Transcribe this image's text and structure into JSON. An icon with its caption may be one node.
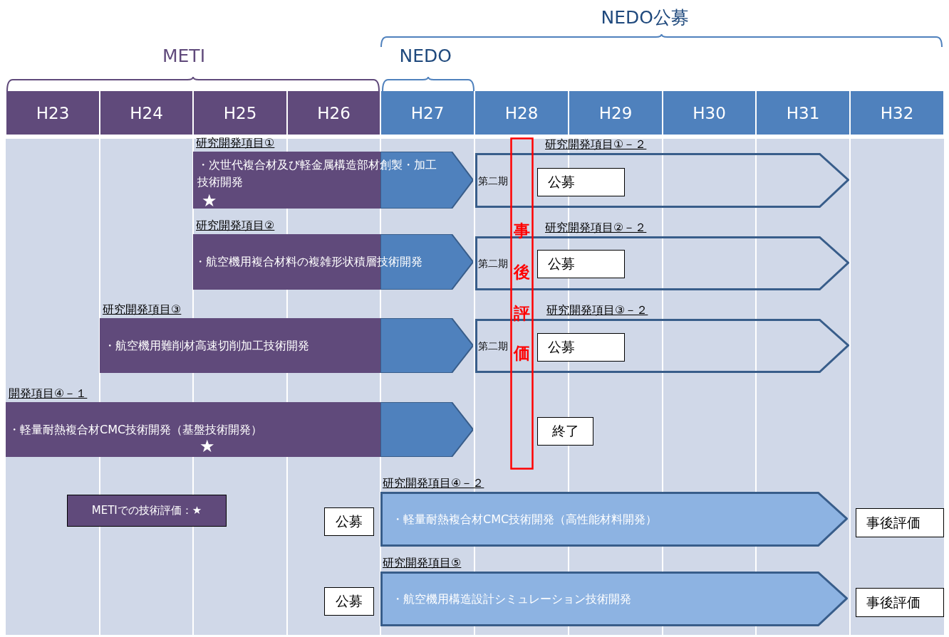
{
  "diagram": {
    "nodes": [
      {
        "text": [
          "研究開発項目①",
          "・次世代複合材及び軽金属構造部材創製・加工技術開発",
          "★"
        ]
      },
      {
        "text": [
          "研究開発項目①－２",
          "第二期"
        ]
      },
      {
        "text": [
          "公募"
        ],
        "in": 1
      },
      {
        "text": [
          "研究開発項目②",
          "・航空機用複合材料の複雑形状積層技術開発"
        ]
      },
      {
        "text": [
          "研究開発項目②－２",
          "第二期"
        ]
      },
      {
        "text": [
          "公募"
        ],
        "in": 4
      },
      {
        "text": [
          "研究開発項目③",
          "・航空機用難削材高速切削加工技術開発"
        ]
      },
      {
        "text": [
          "研究開発項目③－２",
          "第二期"
        ]
      },
      {
        "text": [
          "公募"
        ],
        "in": 7
      },
      {
        "text": [
          "開発項目④－１",
          "・軽量耐熱複合材CMC技術開発（基盤技術開発）",
          "★"
        ]
      },
      {
        "text": [
          "終了"
        ]
      },
      {
        "text": [
          "事後評価"
        ]
      },
      {
        "text": [
          "METIでの技術評価：★"
        ]
      },
      {
        "text": [
          "公募"
        ]
      },
      {
        "text": [
          "研究開発項目④－２",
          "・軽量耐熱複合材CMC技術開発（高性能材料開発）"
        ]
      },
      {
        "text": [
          "事後評価"
        ]
      },
      {
        "text": [
          "公募"
        ]
      },
      {
        "text": [
          "研究開発項目⑤",
          "・航空機用構造設計シミュレーション技術開発"
        ]
      },
      {
        "text": [
          "事後評価"
        ]
      }
    ],
    "labels": [
      "NEDO公募",
      "METI",
      "NEDO",
      "H23",
      "H24",
      "H25",
      "H26",
      "H27",
      "H28",
      "H29",
      "H30",
      "H31",
      "H32"
    ]
  }
}
